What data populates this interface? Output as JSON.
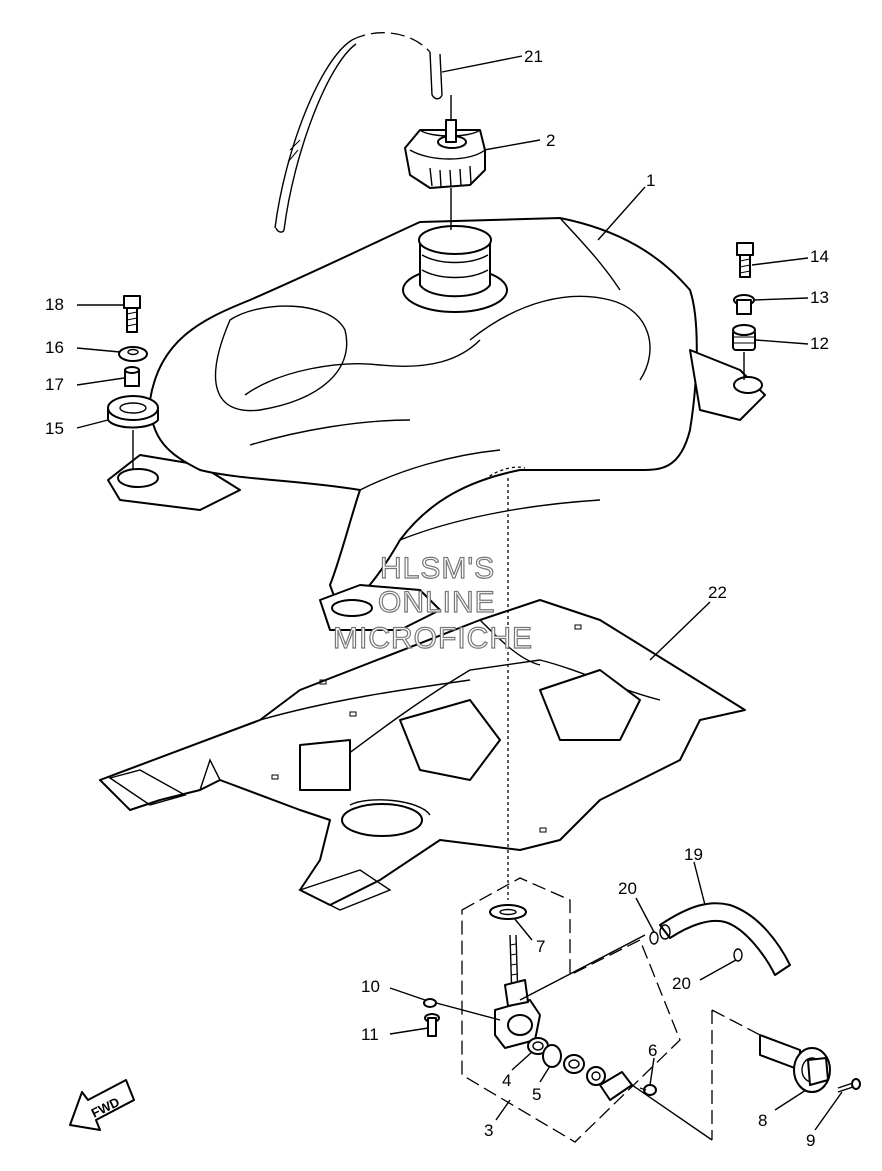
{
  "callouts": [
    {
      "id": "1",
      "label": "1"
    },
    {
      "id": "2",
      "label": "2"
    },
    {
      "id": "3",
      "label": "3"
    },
    {
      "id": "4",
      "label": "4"
    },
    {
      "id": "5",
      "label": "5"
    },
    {
      "id": "6",
      "label": "6"
    },
    {
      "id": "7",
      "label": "7"
    },
    {
      "id": "8",
      "label": "8"
    },
    {
      "id": "9",
      "label": "9"
    },
    {
      "id": "10",
      "label": "10"
    },
    {
      "id": "11",
      "label": "11"
    },
    {
      "id": "12",
      "label": "12"
    },
    {
      "id": "13",
      "label": "13"
    },
    {
      "id": "14",
      "label": "14"
    },
    {
      "id": "15",
      "label": "15"
    },
    {
      "id": "16",
      "label": "16"
    },
    {
      "id": "17",
      "label": "17"
    },
    {
      "id": "18",
      "label": "18"
    },
    {
      "id": "19",
      "label": "19"
    },
    {
      "id": "20a",
      "label": "20"
    },
    {
      "id": "20b",
      "label": "20"
    },
    {
      "id": "21",
      "label": "21"
    },
    {
      "id": "22",
      "label": "22"
    }
  ],
  "watermark": {
    "line1": "HLSM'S",
    "line2": "ONLINE",
    "line3": "MICROFICHE"
  },
  "direction_arrow": {
    "label": "FWD",
    "icon": "fwd-arrow-icon"
  },
  "colors": {
    "ink": "#000000",
    "paper": "#ffffff",
    "watermark_outline": "#777777"
  }
}
